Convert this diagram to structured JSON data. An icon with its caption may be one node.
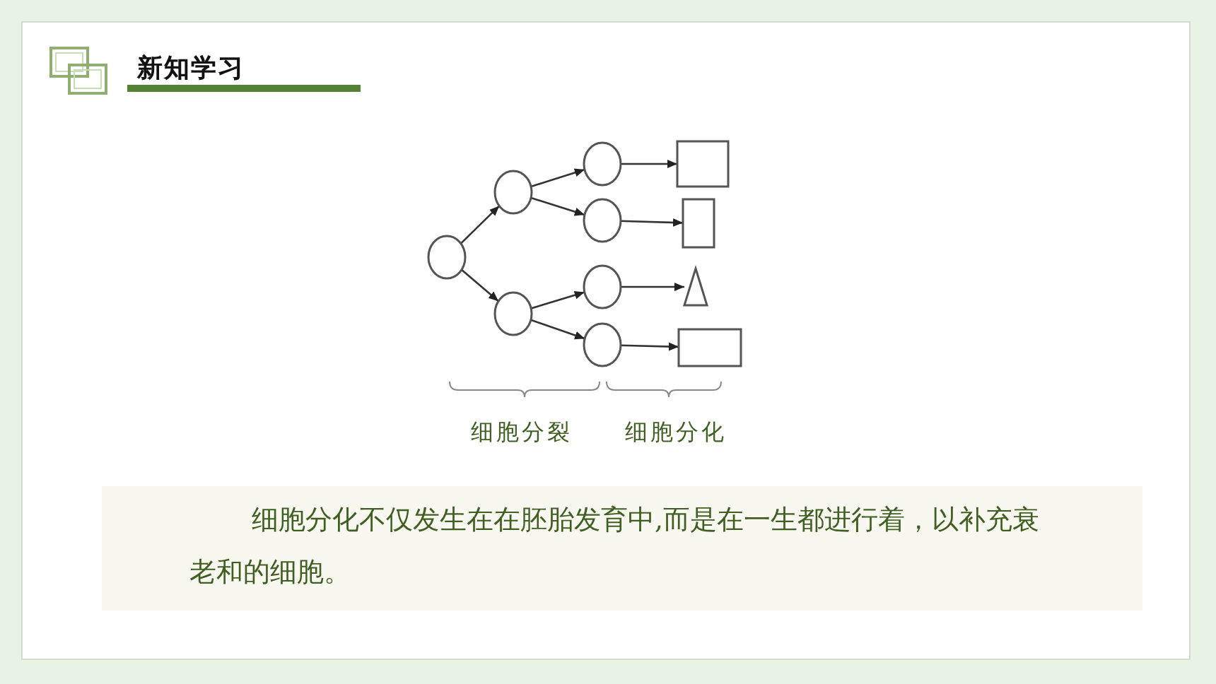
{
  "diagram": {
    "title": "新知学习",
    "nodes": [
      {
        "text": [],
        "shape": "circle"
      },
      {
        "text": [],
        "shape": "circle"
      },
      {
        "text": [],
        "shape": "circle"
      },
      {
        "text": [],
        "shape": "circle"
      },
      {
        "text": [],
        "shape": "circle"
      },
      {
        "text": [],
        "shape": "circle"
      },
      {
        "text": [],
        "shape": "circle"
      },
      {
        "text": [],
        "shape": "box"
      },
      {
        "text": [],
        "shape": "box"
      },
      {
        "text": [],
        "shape": "triangle"
      },
      {
        "text": [],
        "shape": "box"
      }
    ],
    "edges": [
      {
        "from": 0,
        "to": 1,
        "arrow": "to"
      },
      {
        "from": 0,
        "to": 2,
        "arrow": "to"
      },
      {
        "from": 1,
        "to": 3,
        "arrow": "to"
      },
      {
        "from": 1,
        "to": 4,
        "arrow": "to"
      },
      {
        "from": 2,
        "to": 5,
        "arrow": "to"
      },
      {
        "from": 2,
        "to": 6,
        "arrow": "to"
      },
      {
        "from": 3,
        "to": 7,
        "arrow": "to"
      },
      {
        "from": 4,
        "to": 8,
        "arrow": "to"
      },
      {
        "from": 5,
        "to": 9,
        "arrow": "to"
      },
      {
        "from": 6,
        "to": 10,
        "arrow": "to"
      }
    ],
    "labels": [
      "细胞分裂",
      "细胞分化",
      "细胞分化不仅发生在在胚胎发育中,而是在一生都进行着，以补充衰老和的细胞。"
    ]
  }
}
